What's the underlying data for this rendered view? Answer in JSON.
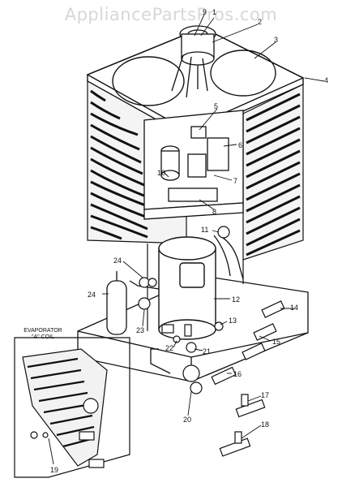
{
  "watermark": "AppliancePartsPros.com",
  "inset": {
    "line1": "EVAPORATOR",
    "line2": "\"A\" COIL"
  },
  "callouts": [
    "1",
    "2",
    "3",
    "4",
    "5",
    "6",
    "7",
    "8",
    "9",
    "10",
    "11",
    "12",
    "13",
    "14",
    "15",
    "16",
    "17",
    "18",
    "19",
    "20",
    "21",
    "22",
    "23",
    "24",
    "24"
  ]
}
